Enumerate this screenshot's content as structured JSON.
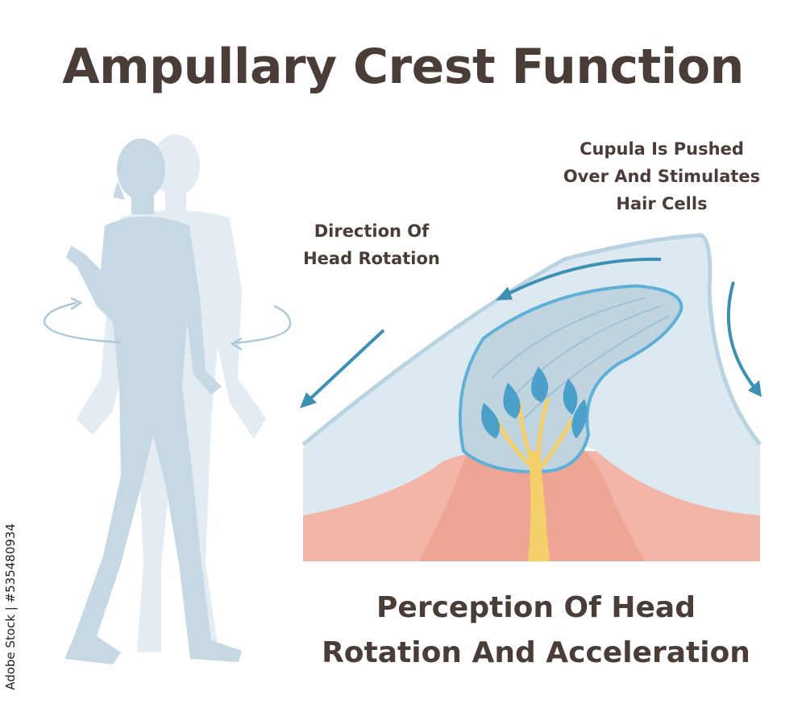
{
  "title": "Ampullary Crest Function",
  "labels": {
    "cupula_lines": [
      "Cupula Is Pushed",
      "Over And Stimulates",
      "Hair Cells"
    ],
    "direction_lines": [
      "Direction Of",
      "Head Rotation"
    ]
  },
  "caption_lines": [
    "Perception Of Head",
    "Rotation And Acceleration"
  ],
  "side_credit": "Adobe Stock | #535480934",
  "colors": {
    "title_text": "#4a3d38",
    "body_silhouette": "#c6d8e3",
    "ghost_silhouette": "#e2ecf2",
    "arrow": "#3d8fb3",
    "fluid": "#dde9f0",
    "cupula": "#c0d4e0",
    "tissue": "#f2b5a8",
    "nerve": "#f5cf6a",
    "hair_cell": "#4aa0c8"
  },
  "icons": [
    "rotation-arrow-icon",
    "direction-arrow-icon"
  ]
}
